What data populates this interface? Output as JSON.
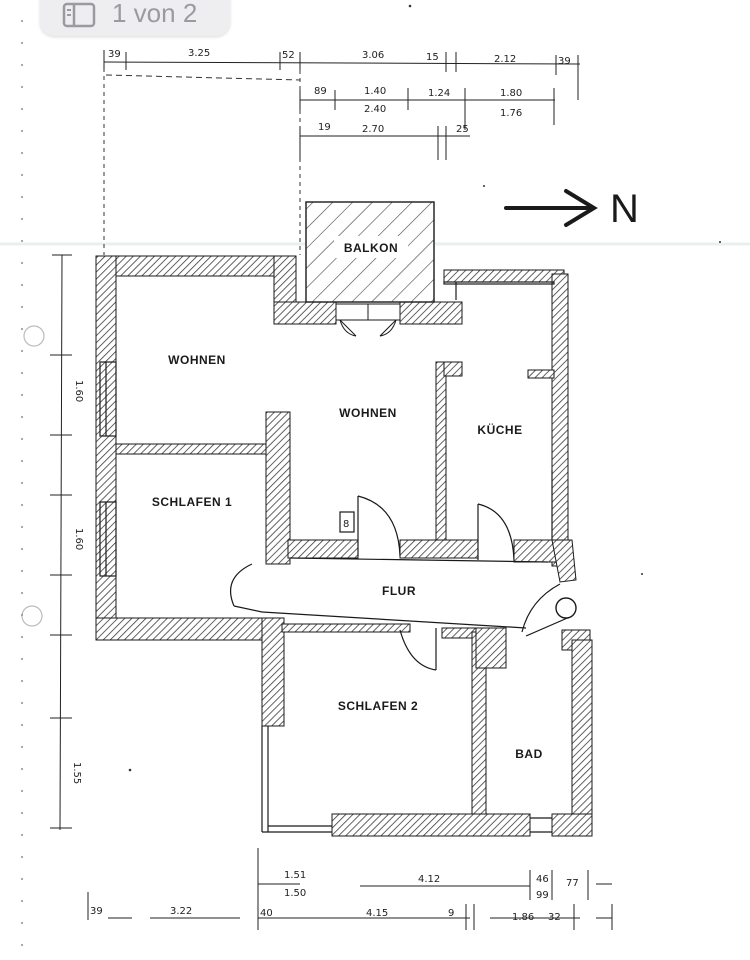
{
  "viewer": {
    "page_indicator": "1 von 2",
    "icon": "document-pages-icon"
  },
  "north": {
    "label": "N",
    "icon": "north-arrow-icon"
  },
  "rooms": {
    "balkon": "BALKON",
    "wohnen_1": "WOHNEN",
    "wohnen_2": "WOHNEN",
    "kueche": "KÜCHE",
    "schlafen_1": "SCHLAFEN 1",
    "flur": "FLUR",
    "schlafen_2": "SCHLAFEN 2",
    "bad": "BAD"
  },
  "marker": "8",
  "dimensions": {
    "top_row_1": [
      "39",
      "3.25",
      "52",
      "3.06",
      "15",
      "2.12",
      "39"
    ],
    "top_row_2": [
      "89",
      "1.40",
      "2.40",
      "1.24",
      "1.80",
      "1.76"
    ],
    "top_row_3": [
      "19",
      "2.70",
      "25"
    ],
    "left_side": [
      "1.60",
      "1.60",
      "1.55"
    ],
    "bottom_row_1": [
      "1.51",
      "1.50",
      "4.12",
      "46",
      "99",
      "77"
    ],
    "bottom_row_2": [
      "39",
      "3.22",
      "40",
      "4.15",
      "9",
      "1.86",
      "32"
    ]
  },
  "colors": {
    "wall_hatch": "#3a3a3a",
    "line": "#1a1a1a",
    "badge_bg": "#eeeef0",
    "badge_text": "#9a9aa0"
  }
}
